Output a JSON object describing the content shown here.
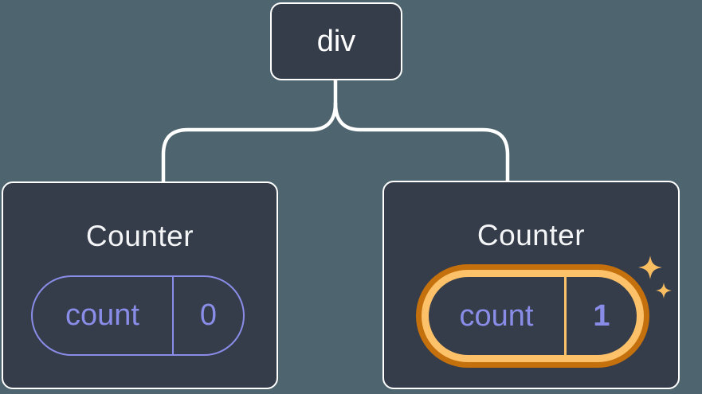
{
  "colors": {
    "background": "#4e656f",
    "node_fill": "#353c4a",
    "node_border": "#ffffff",
    "connector": "#ffffff",
    "root_text": "#ffffff",
    "title_text": "#f4f5f7",
    "purple": "#8a8de8",
    "orange_dark": "#c4700d",
    "orange_light": "#fcc169",
    "sparkle": "#f9bd62"
  },
  "tree": {
    "root": {
      "label": "div"
    },
    "children": [
      {
        "title": "Counter",
        "state_key": "count",
        "state_value": "0",
        "highlighted": false
      },
      {
        "title": "Counter",
        "state_key": "count",
        "state_value": "1",
        "highlighted": true
      }
    ]
  },
  "icons": {
    "sparkles": "✦✧"
  }
}
